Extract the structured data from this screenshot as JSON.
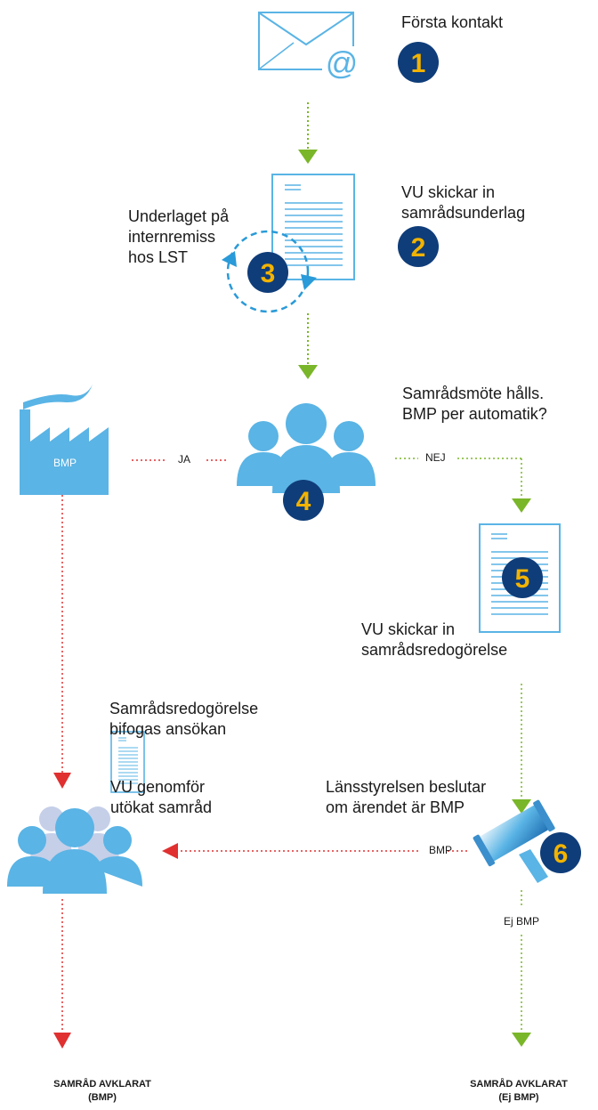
{
  "steps": {
    "step1": {
      "number": "1",
      "text": "Första kontakt"
    },
    "step2": {
      "number": "2",
      "text_line1": "VU skickar in",
      "text_line2": "samrådsunderlag"
    },
    "step3": {
      "number": "3",
      "text_line1": "Underlaget på",
      "text_line2": "internremiss",
      "text_line3": "hos LST"
    },
    "step4": {
      "number": "4",
      "text_line1": "Samrådsmöte hålls.",
      "text_line2": "BMP per automatik?"
    },
    "step5": {
      "number": "5",
      "text_line1": "VU skickar in",
      "text_line2": "samrådsredogörelse"
    },
    "step6": {
      "number": "6",
      "text_line1": "Länsstyrelsen beslutar",
      "text_line2": "om ärendet är BMP"
    }
  },
  "factory": {
    "label": "BMP"
  },
  "connectors": {
    "yes": "JA",
    "no": "NEJ",
    "bmp": "BMP",
    "not_bmp": "Ej BMP"
  },
  "extended": {
    "text_line1": "VU genomför",
    "text_line2": "utökat samråd"
  },
  "attachment": {
    "text_line1": "Samrådsredogörelse",
    "text_line2": "bifogas ansökan"
  },
  "outcomes": {
    "left_line1": "SAMRÅD AVKLARAT",
    "left_line2": "(BMP)",
    "right_line1": "SAMRÅD AVKLARAT",
    "right_line2": "(Ej BMP)"
  },
  "colors": {
    "navy": "#0f3d7a",
    "gold": "#f2b300",
    "blue": "#5ab4e5",
    "green": "#7ab629",
    "red": "#e03030"
  }
}
